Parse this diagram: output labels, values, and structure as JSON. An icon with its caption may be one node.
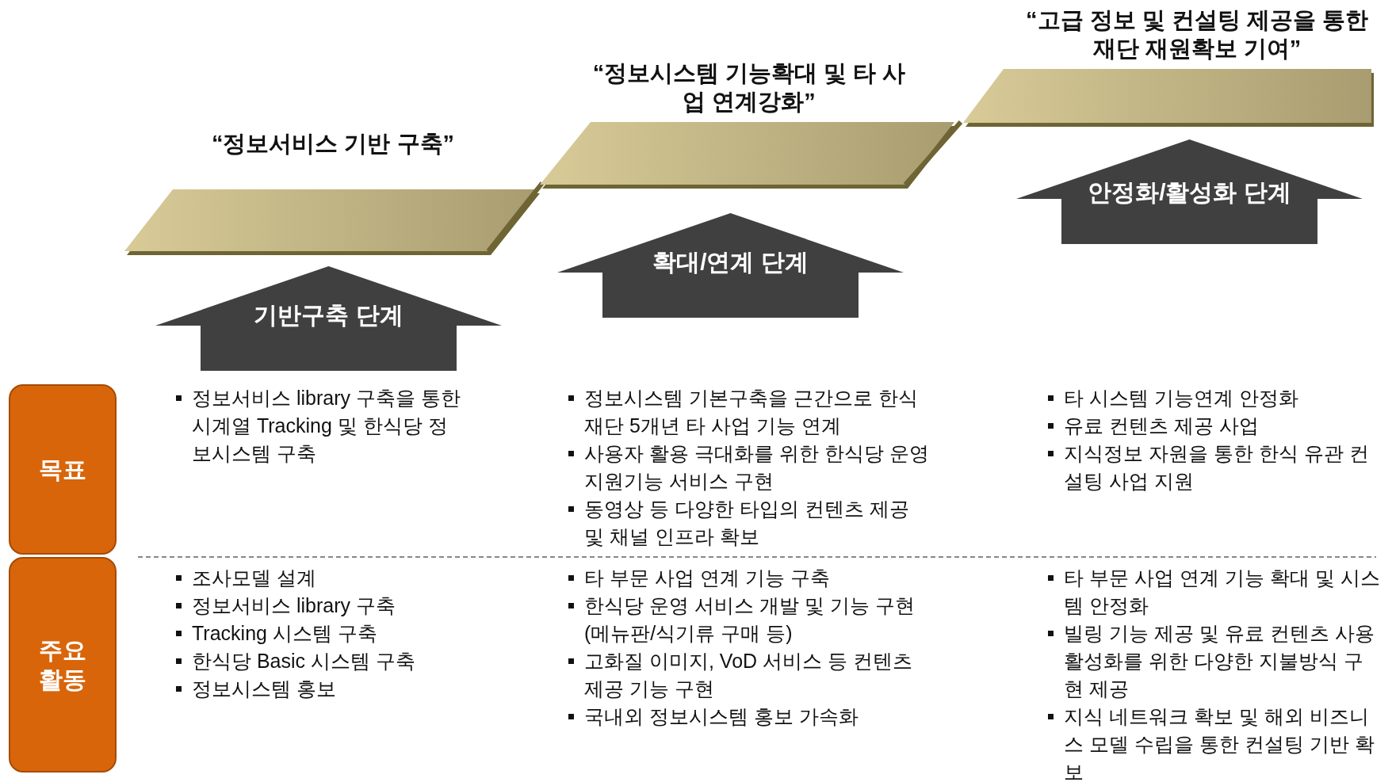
{
  "diagram": {
    "nodes": [
      {
        "text": [
          "“정보서비스 기반 구축”"
        ]
      },
      {
        "text": [
          "기반구축 단계"
        ]
      },
      {
        "text": [
          "“정보시스템 기능확대 및 타 사업 연계강화”"
        ]
      },
      {
        "text": [
          "확대/연계 단계"
        ]
      },
      {
        "text": [
          "“고급 정보 및 컨설팅 제공을 통한 재단 재원확보 기여”"
        ]
      },
      {
        "text": [
          "안정화/활성화 단계"
        ]
      },
      {
        "text": [
          "목표"
        ]
      },
      {
        "text": [
          "주요 활동"
        ]
      }
    ],
    "labels": [
      "정보서비스 library 구축을 통한 시계열 Tracking 및 한식당 정보시스템 구축",
      "정보시스템 기본구축을 근간으로 한식재단 5개년 타 사업 기능 연계",
      "사용자 활용 극대화를 위한 한식당 운영 지원기능 서비스 구현",
      "동영상 등 다양한 타입의 컨텐츠 제공 및 채널 인프라 확보",
      "타 시스템 기능연계 안정화",
      "유료 컨텐츠 제공 사업",
      "지식정보 자원을 통한 한식 유관 컨설팅 사업 지원",
      "조사모델 설계",
      "정보서비스 library 구축",
      "Tracking 시스템 구축",
      "한식당 Basic 시스템 구축",
      "정보시스템 홍보",
      "타 부문 사업 연계 기능 구축",
      "한식당 운영 서비스 개발 및 기능 구현 (메뉴판/식기류 구매 등)",
      "고화질 이미지, VoD 서비스 등 컨텐츠 제공 기능 구현",
      "국내외 정보시스템 홍보 가속화",
      "타 부문 사업 연계 기능 확대 및 시스템 안정화",
      "빌링 기능 제공 및 유료 컨텐츠 사용 활성화를 위한 다양한 지불방식 구현 제공",
      "지식 네트워크 확보 및 해외 비즈니스 모델 수립을 통한 컨설팅 기반 확보"
    ]
  }
}
